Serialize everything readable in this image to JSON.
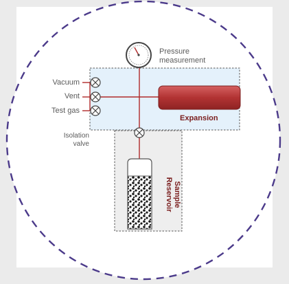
{
  "diagram": {
    "labels": {
      "pressure_line1": "Pressure",
      "pressure_line2": "measurement",
      "vacuum": "Vacuum",
      "vent": "Vent",
      "test_gas": "Test gas",
      "isolation_line1": "Isolation",
      "isolation_line2": "valve",
      "expansion": "Expansion",
      "sample_line1": "Sample",
      "sample_line2": "Reservoir"
    }
  },
  "colors": {
    "frame_dash": "#4b3a8a",
    "pipe": "#b02a2a",
    "expansion_fill": "#b93a3a",
    "expansion_box_fill": "#e4f1fb",
    "sample_box_fill": "#eeeeee",
    "label_accent": "#7a1e1e"
  }
}
